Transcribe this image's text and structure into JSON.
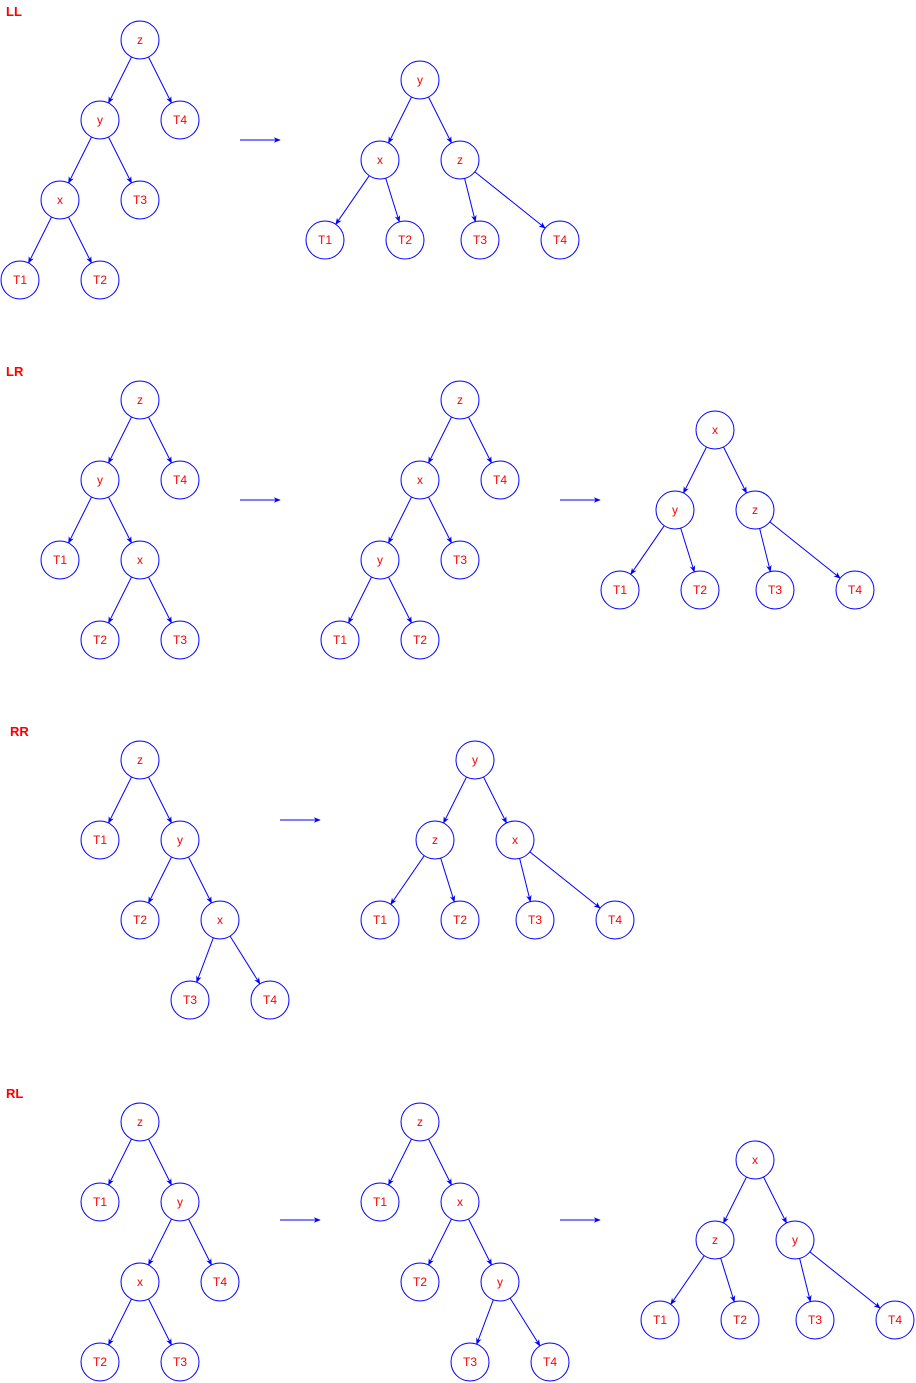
{
  "colors": {
    "edge": "#0000ff",
    "node_stroke": "#0000ff",
    "text": "#ff0000",
    "label": "#ff0000",
    "background": "#ffffff"
  },
  "sections": [
    {
      "label": "LL",
      "trees": [
        {
          "nodes": [
            {
              "id": "z",
              "label": "z"
            },
            {
              "id": "y",
              "label": "y"
            },
            {
              "id": "T4",
              "label": "T4"
            },
            {
              "id": "x",
              "label": "x"
            },
            {
              "id": "T3",
              "label": "T3"
            },
            {
              "id": "T1",
              "label": "T1"
            },
            {
              "id": "T2",
              "label": "T2"
            }
          ],
          "edges": [
            [
              "z",
              "y"
            ],
            [
              "z",
              "T4"
            ],
            [
              "y",
              "x"
            ],
            [
              "y",
              "T3"
            ],
            [
              "x",
              "T1"
            ],
            [
              "x",
              "T2"
            ]
          ]
        },
        {
          "nodes": [
            {
              "id": "y",
              "label": "y"
            },
            {
              "id": "x",
              "label": "x"
            },
            {
              "id": "z",
              "label": "z"
            },
            {
              "id": "T1",
              "label": "T1"
            },
            {
              "id": "T2",
              "label": "T2"
            },
            {
              "id": "T3",
              "label": "T3"
            },
            {
              "id": "T4",
              "label": "T4"
            }
          ],
          "edges": [
            [
              "y",
              "x"
            ],
            [
              "y",
              "z"
            ],
            [
              "x",
              "T1"
            ],
            [
              "x",
              "T2"
            ],
            [
              "z",
              "T3"
            ],
            [
              "z",
              "T4"
            ]
          ]
        }
      ]
    },
    {
      "label": "LR",
      "trees": [
        {
          "nodes": [
            {
              "id": "z",
              "label": "z"
            },
            {
              "id": "y",
              "label": "y"
            },
            {
              "id": "T4",
              "label": "T4"
            },
            {
              "id": "T1",
              "label": "T1"
            },
            {
              "id": "x",
              "label": "x"
            },
            {
              "id": "T2",
              "label": "T2"
            },
            {
              "id": "T3",
              "label": "T3"
            }
          ],
          "edges": [
            [
              "z",
              "y"
            ],
            [
              "z",
              "T4"
            ],
            [
              "y",
              "T1"
            ],
            [
              "y",
              "x"
            ],
            [
              "x",
              "T2"
            ],
            [
              "x",
              "T3"
            ]
          ]
        },
        {
          "nodes": [
            {
              "id": "z",
              "label": "z"
            },
            {
              "id": "x",
              "label": "x"
            },
            {
              "id": "T4",
              "label": "T4"
            },
            {
              "id": "y",
              "label": "y"
            },
            {
              "id": "T3",
              "label": "T3"
            },
            {
              "id": "T1",
              "label": "T1"
            },
            {
              "id": "T2",
              "label": "T2"
            }
          ],
          "edges": [
            [
              "z",
              "x"
            ],
            [
              "z",
              "T4"
            ],
            [
              "x",
              "y"
            ],
            [
              "x",
              "T3"
            ],
            [
              "y",
              "T1"
            ],
            [
              "y",
              "T2"
            ]
          ]
        },
        {
          "nodes": [
            {
              "id": "x",
              "label": "x"
            },
            {
              "id": "y",
              "label": "y"
            },
            {
              "id": "z",
              "label": "z"
            },
            {
              "id": "T1",
              "label": "T1"
            },
            {
              "id": "T2",
              "label": "T2"
            },
            {
              "id": "T3",
              "label": "T3"
            },
            {
              "id": "T4",
              "label": "T4"
            }
          ],
          "edges": [
            [
              "x",
              "y"
            ],
            [
              "x",
              "z"
            ],
            [
              "y",
              "T1"
            ],
            [
              "y",
              "T2"
            ],
            [
              "z",
              "T3"
            ],
            [
              "z",
              "T4"
            ]
          ]
        }
      ]
    },
    {
      "label": "RR",
      "trees": [
        {
          "nodes": [
            {
              "id": "z",
              "label": "z"
            },
            {
              "id": "T1",
              "label": "T1"
            },
            {
              "id": "y",
              "label": "y"
            },
            {
              "id": "T2",
              "label": "T2"
            },
            {
              "id": "x",
              "label": "x"
            },
            {
              "id": "T3",
              "label": "T3"
            },
            {
              "id": "T4",
              "label": "T4"
            }
          ],
          "edges": [
            [
              "z",
              "T1"
            ],
            [
              "z",
              "y"
            ],
            [
              "y",
              "T2"
            ],
            [
              "y",
              "x"
            ],
            [
              "x",
              "T3"
            ],
            [
              "x",
              "T4"
            ]
          ]
        },
        {
          "nodes": [
            {
              "id": "y",
              "label": "y"
            },
            {
              "id": "z",
              "label": "z"
            },
            {
              "id": "x",
              "label": "x"
            },
            {
              "id": "T1",
              "label": "T1"
            },
            {
              "id": "T2",
              "label": "T2"
            },
            {
              "id": "T3",
              "label": "T3"
            },
            {
              "id": "T4",
              "label": "T4"
            }
          ],
          "edges": [
            [
              "y",
              "z"
            ],
            [
              "y",
              "x"
            ],
            [
              "z",
              "T1"
            ],
            [
              "z",
              "T2"
            ],
            [
              "x",
              "T3"
            ],
            [
              "x",
              "T4"
            ]
          ]
        }
      ]
    },
    {
      "label": "RL",
      "trees": [
        {
          "nodes": [
            {
              "id": "z",
              "label": "z"
            },
            {
              "id": "T1",
              "label": "T1"
            },
            {
              "id": "y",
              "label": "y"
            },
            {
              "id": "x",
              "label": "x"
            },
            {
              "id": "T4",
              "label": "T4"
            },
            {
              "id": "T2",
              "label": "T2"
            },
            {
              "id": "T3",
              "label": "T3"
            }
          ],
          "edges": [
            [
              "z",
              "T1"
            ],
            [
              "z",
              "y"
            ],
            [
              "y",
              "x"
            ],
            [
              "y",
              "T4"
            ],
            [
              "x",
              "T2"
            ],
            [
              "x",
              "T3"
            ]
          ]
        },
        {
          "nodes": [
            {
              "id": "z",
              "label": "z"
            },
            {
              "id": "T1",
              "label": "T1"
            },
            {
              "id": "x",
              "label": "x"
            },
            {
              "id": "T2",
              "label": "T2"
            },
            {
              "id": "y",
              "label": "y"
            },
            {
              "id": "T3",
              "label": "T3"
            },
            {
              "id": "T4",
              "label": "T4"
            }
          ],
          "edges": [
            [
              "z",
              "T1"
            ],
            [
              "z",
              "x"
            ],
            [
              "x",
              "T2"
            ],
            [
              "x",
              "y"
            ],
            [
              "y",
              "T3"
            ],
            [
              "y",
              "T4"
            ]
          ]
        },
        {
          "nodes": [
            {
              "id": "x",
              "label": "x"
            },
            {
              "id": "z",
              "label": "z"
            },
            {
              "id": "y",
              "label": "y"
            },
            {
              "id": "T1",
              "label": "T1"
            },
            {
              "id": "T2",
              "label": "T2"
            },
            {
              "id": "T3",
              "label": "T3"
            },
            {
              "id": "T4",
              "label": "T4"
            }
          ],
          "edges": [
            [
              "x",
              "z"
            ],
            [
              "x",
              "y"
            ],
            [
              "z",
              "T1"
            ],
            [
              "z",
              "T2"
            ],
            [
              "y",
              "T3"
            ],
            [
              "y",
              "T4"
            ]
          ]
        }
      ]
    }
  ]
}
